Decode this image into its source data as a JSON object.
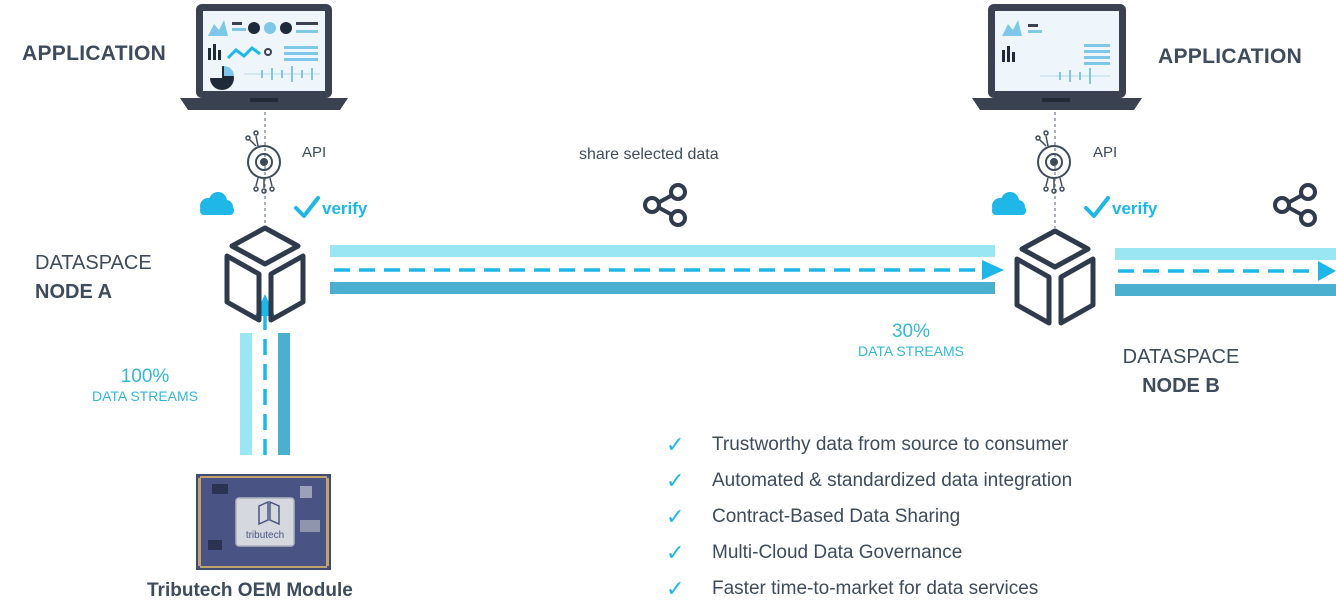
{
  "left": {
    "application_label": "APPLICATION",
    "api_label": "API",
    "verify_label": "verify",
    "node_line1": "DATASPACE",
    "node_line2": "NODE A",
    "stream_percent": "100%",
    "stream_label": "DATA STREAMS",
    "module_title": "Tributech OEM Module",
    "module_chip_text": "tributech"
  },
  "middle": {
    "share_label": "share selected data",
    "stream_percent": "30%",
    "stream_label": "DATA STREAMS"
  },
  "right": {
    "application_label": "APPLICATION",
    "api_label": "API",
    "verify_label": "verify",
    "node_line1": "DATASPACE",
    "node_line2": "NODE B"
  },
  "benefits": [
    "Trustworthy data from source to consumer",
    "Automated & standardized data integration",
    "Contract-Based Data Sharing",
    "Multi-Cloud Data Governance",
    "Faster time-to-market for data services"
  ],
  "colors": {
    "accent": "#1fb6e8",
    "stream_light": "#9be6f3",
    "stream_dark": "#4bb0cf",
    "text": "#3d4b5c",
    "node_outline": "#2f3b4d"
  },
  "icons": {
    "laptop": "laptop-icon",
    "api": "api-gear-icon",
    "cloud": "cloud-icon",
    "verify": "checkmark-icon",
    "share": "share-icon",
    "node": "dataspace-node-icon",
    "module": "oem-module-icon"
  }
}
